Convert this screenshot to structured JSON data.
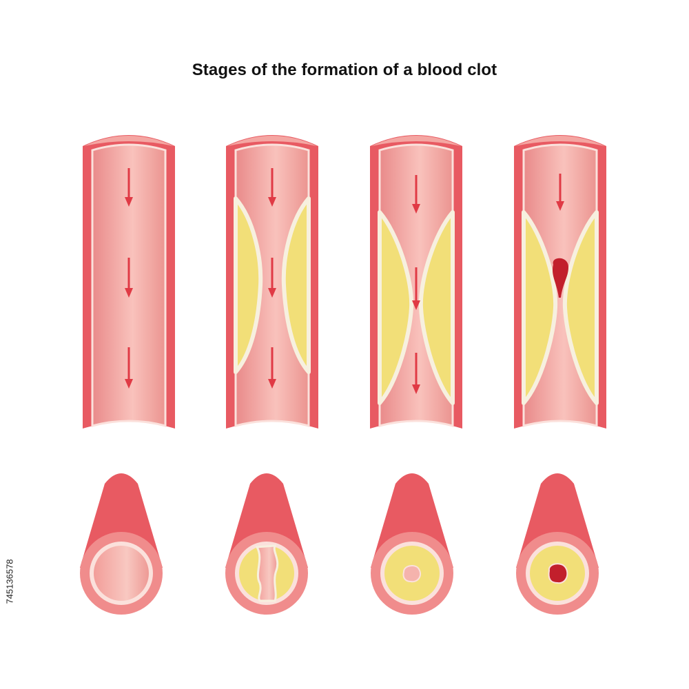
{
  "title": "Stages of the formation of a blood clot",
  "stock_id": "745136578",
  "colors": {
    "vessel_wall": "#e85a62",
    "vessel_inner": "#f4a6a2",
    "intima_line": "#fbe1dc",
    "plaque": "#f2df78",
    "plaque_edge": "#f7f0df",
    "blood_flow_arrow": "#e03a45",
    "clot": "#c21f2c"
  },
  "stages": [
    {
      "stage": 1,
      "plaque": "none",
      "clot": false,
      "flow_arrows": 3
    },
    {
      "stage": 2,
      "plaque": "mild",
      "clot": false,
      "flow_arrows": 3
    },
    {
      "stage": 3,
      "plaque": "severe",
      "clot": false,
      "flow_arrows": 3
    },
    {
      "stage": 4,
      "plaque": "severe",
      "clot": true,
      "flow_arrows": 1
    }
  ],
  "icons": [
    "blood-flow-arrow-icon"
  ]
}
